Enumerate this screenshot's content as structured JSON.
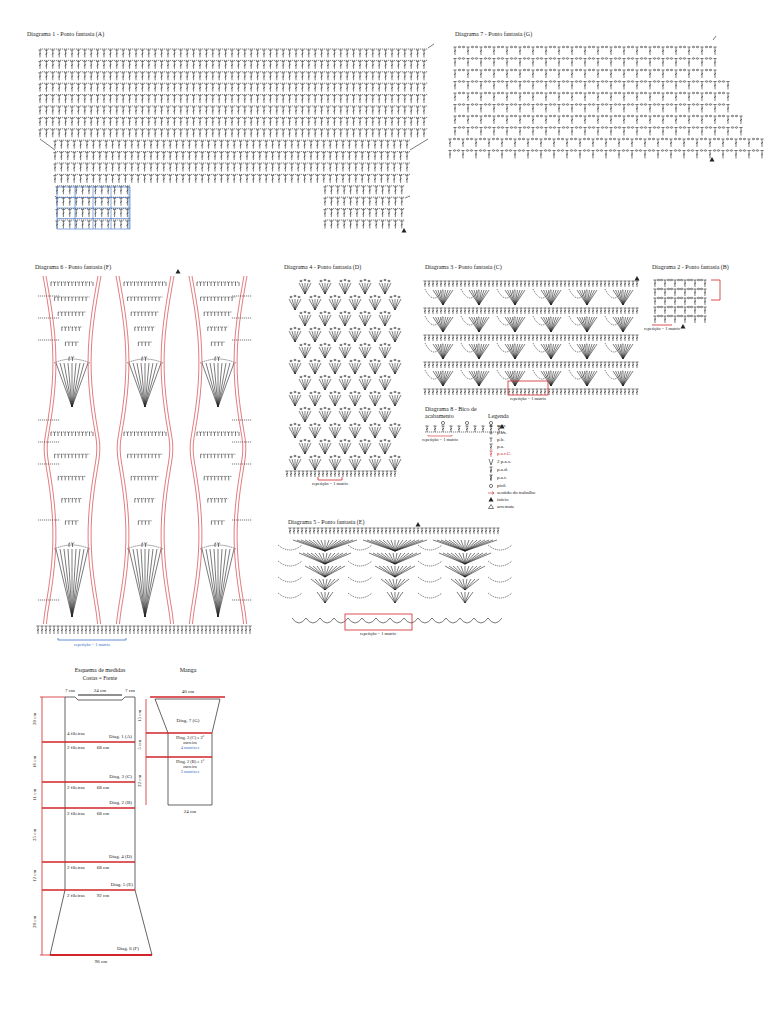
{
  "diagram": {
    "nodes": [
      {
        "text": [
          "Diag. 1 (A)"
        ]
      },
      {
        "text": [
          "Diag. 3 (C)"
        ]
      },
      {
        "text": [
          "Diag. 2 (B)"
        ]
      },
      {
        "text": [
          "Diag. 4 (D)"
        ]
      },
      {
        "text": [
          "Diag. 5 (E)"
        ]
      },
      {
        "text": [
          "Diag. 6 (F)"
        ]
      },
      {
        "text": [
          "Diag. 7 (G)"
        ]
      },
      {
        "text": [
          "Diag. 3 (C) e 2ª carreira",
          "4 matrizes"
        ]
      },
      {
        "text": [
          "Diag. 2 (B) e 1ª carreira",
          "3 matrizes"
        ]
      }
    ],
    "labels": [
      "Diagrama 1 - Ponto fantasia (A)",
      "Diagrama 7 - Ponto fantasia (G)",
      "Diagrama 6 - Ponto fantasia (F)",
      "Diagrama 4 - Ponto fantasia (D)",
      "Diagrama 3 - Ponto fantasia (C)",
      "Diagrama 2 - Ponto fantasia (B)",
      "repetição = 1 matriz",
      "repetição = 1 matriz",
      "repetição = 1 matriz",
      "repetição = 1 matriz",
      "Diagrama 8 - Bico de acabamento",
      "repetição = 1 matriz",
      "Diagrama 5 - Ponto fantasia (E)",
      "repetição = 1 matriz",
      "Legenda",
      "Esquema de medidas",
      "Costas = Frente",
      "Manga",
      "7 cm",
      "24 cm",
      "7 cm",
      "20 cm",
      "16 cm",
      "11 cm",
      "25 cm",
      "12 cm",
      "28 cm",
      "4 fileiras",
      "2 fileiras",
      "68 cm",
      "2 fileiras",
      "68 cm",
      "2 fileiras",
      "68 cm",
      "2 fileiras",
      "68 cm",
      "2 fileiras",
      "92 cm",
      "96 cm",
      "40 cm",
      "15 cm",
      "5 cm",
      "22 cm",
      "24 cm"
    ],
    "legend": [
      {
        "text": "corr."
      },
      {
        "text": "p.bx."
      },
      {
        "text": "p.b."
      },
      {
        "text": "p.a."
      },
      {
        "text": "p.a.t.C."
      },
      {
        "text": "2 p.a.s."
      },
      {
        "text": "p.a.d."
      },
      {
        "text": "p.a.t."
      },
      {
        "text": "picô"
      },
      {
        "text": "sentido do trabalho"
      },
      {
        "text": "início"
      },
      {
        "text": "arremate"
      }
    ]
  }
}
